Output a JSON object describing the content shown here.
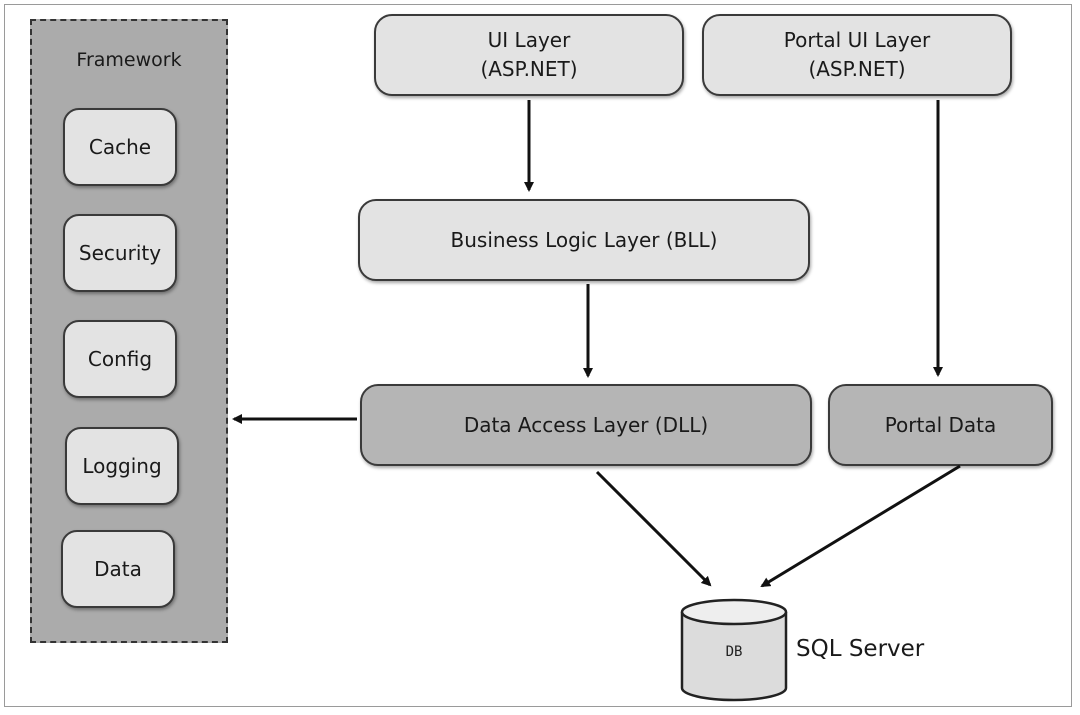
{
  "framework": {
    "title": "Framework",
    "items": [
      {
        "label": "Cache"
      },
      {
        "label": "Security"
      },
      {
        "label": "Config"
      },
      {
        "label": "Logging"
      },
      {
        "label": "Data"
      }
    ]
  },
  "layers": {
    "ui": {
      "line1": "UI Layer",
      "line2": "(ASP.NET)"
    },
    "portal_ui": {
      "line1": "Portal UI Layer",
      "line2": "(ASP.NET)"
    },
    "bll": {
      "label": "Business Logic Layer (BLL)"
    },
    "dal": {
      "label": "Data Access Layer (DLL)"
    },
    "portal_data": {
      "label": "Portal Data"
    }
  },
  "database": {
    "icon_text": "DB",
    "label": "SQL Server"
  }
}
